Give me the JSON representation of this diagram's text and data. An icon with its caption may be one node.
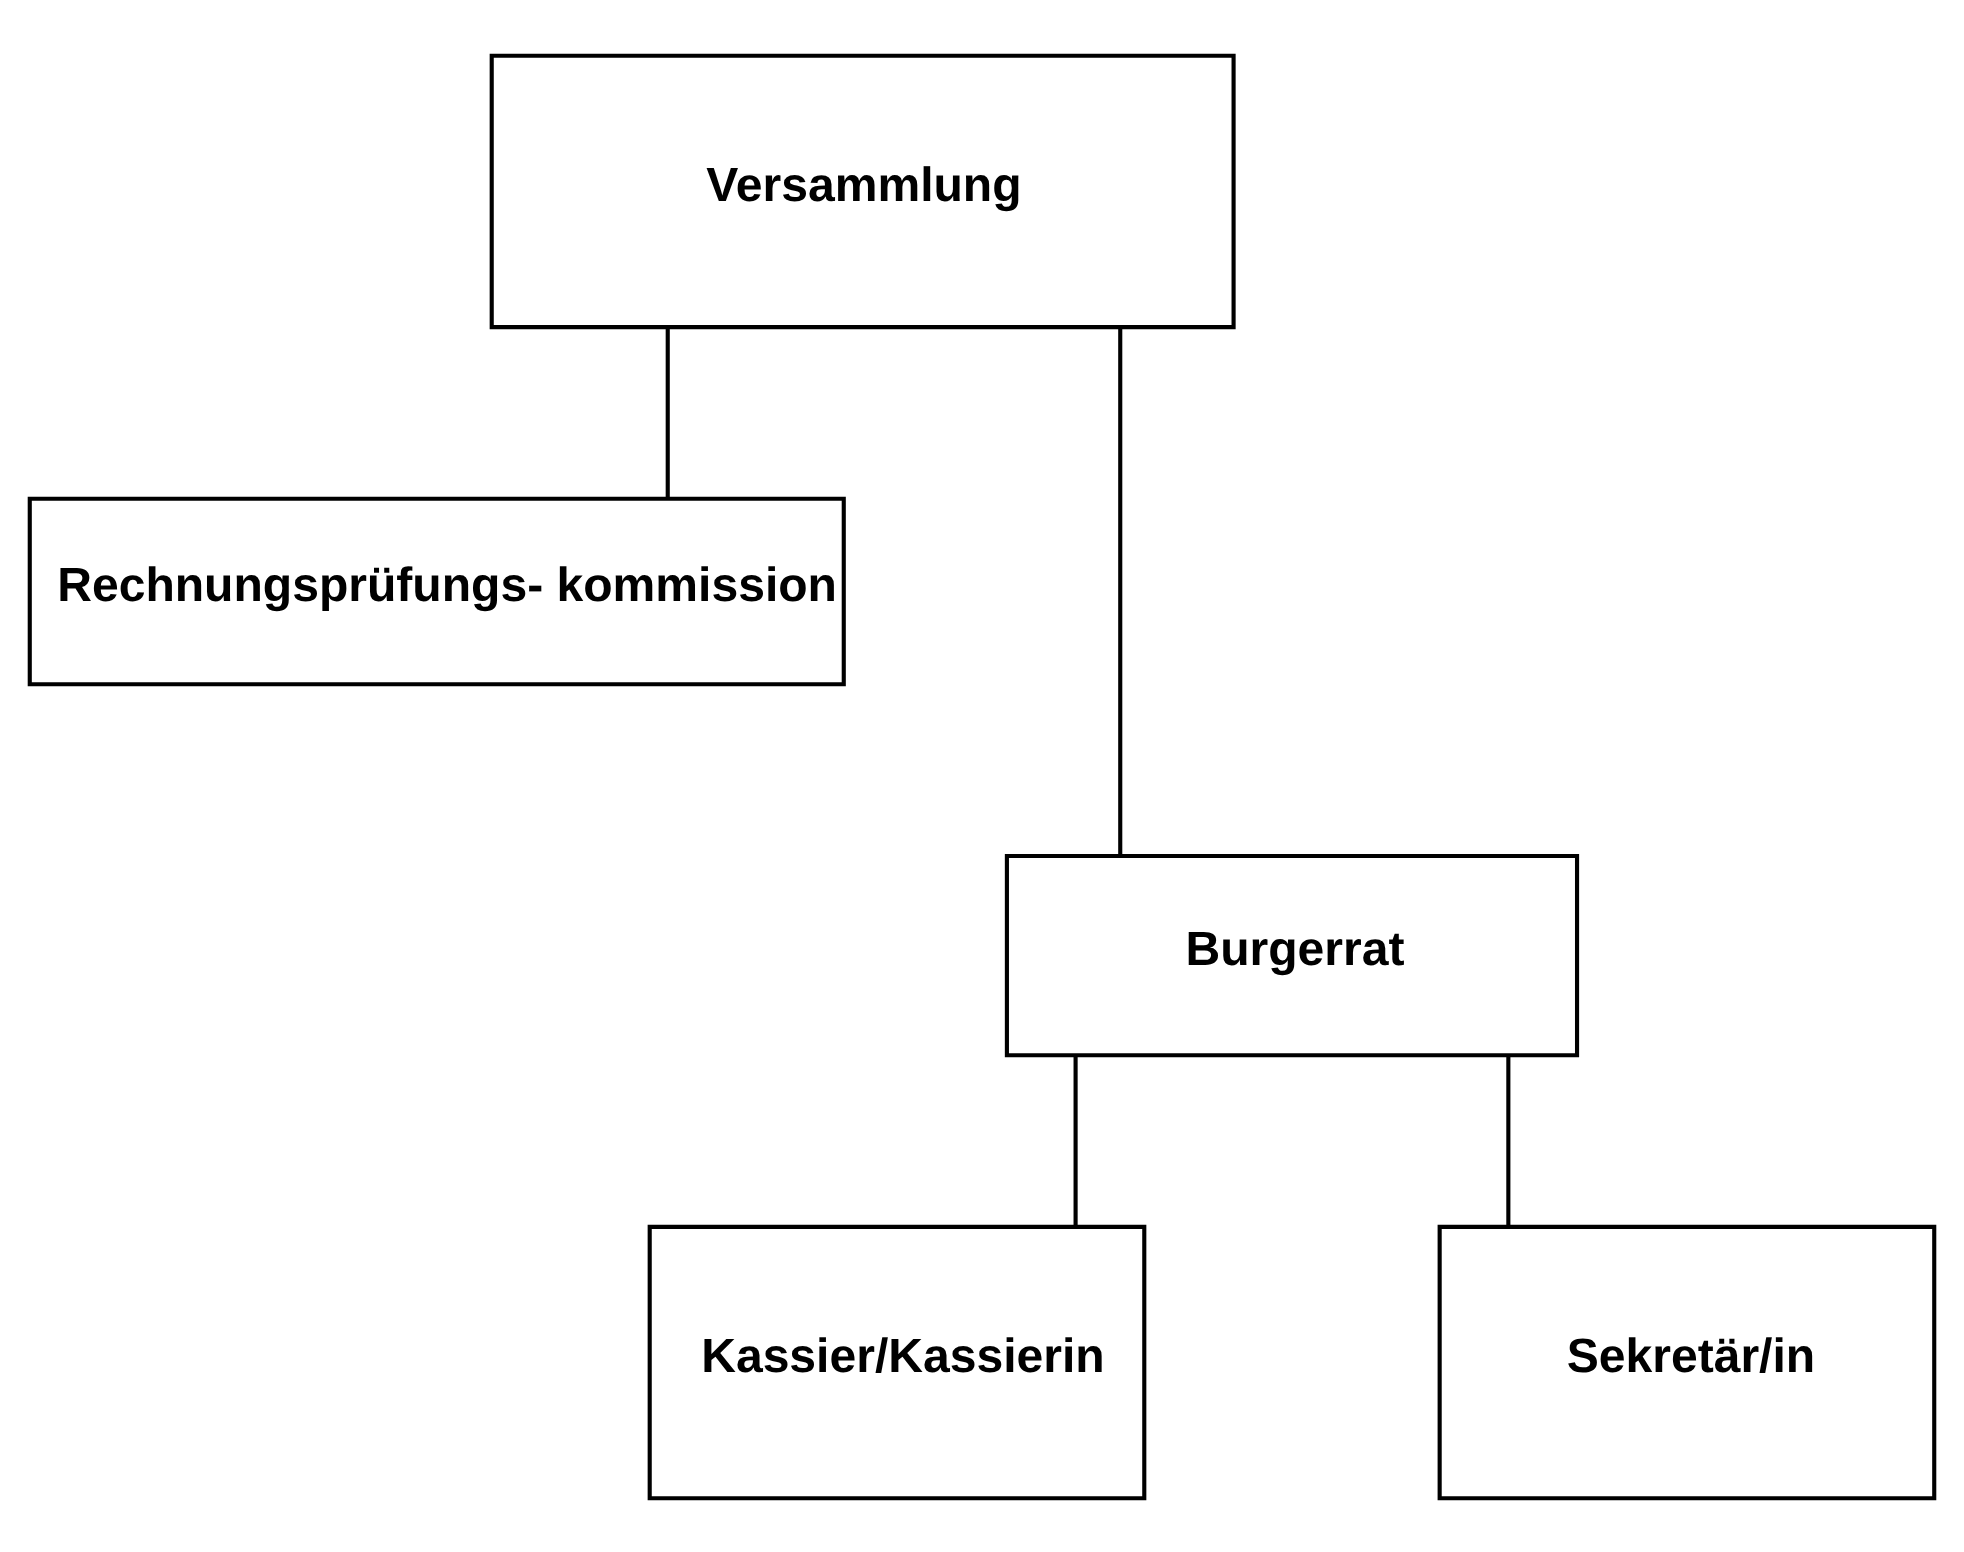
{
  "diagram": {
    "nodes": [
      {
        "text": [
          "Versammlung"
        ]
      },
      {
        "text": [
          "Rechnungsprüfungs- kommission"
        ]
      },
      {
        "text": [
          "Burgerrat"
        ]
      },
      {
        "text": [
          "Kassier/Kassierin"
        ]
      },
      {
        "text": [
          "Sekretär/in"
        ]
      }
    ],
    "edges": [
      {
        "from": 0,
        "to": 1,
        "arrow": "none"
      },
      {
        "from": 0,
        "to": 2,
        "arrow": "none"
      },
      {
        "from": 2,
        "to": 3,
        "arrow": "none"
      },
      {
        "from": 2,
        "to": 4,
        "arrow": "none"
      }
    ]
  }
}
